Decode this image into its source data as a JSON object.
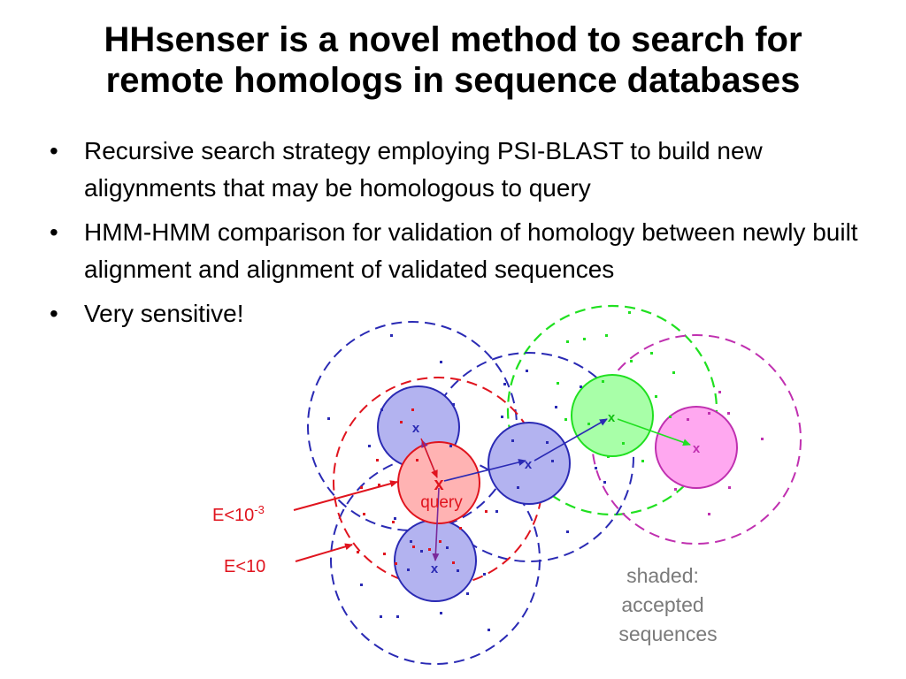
{
  "slide": {
    "title_line1": "HHsenser is a novel method to search for",
    "title_line2": "remote homologs in sequence databases",
    "bullets": [
      {
        "text": "Recursive search strategy employing PSI-BLAST to build new aligynments that may be homologous to query"
      },
      {
        "text": "HMM-HMM comparison for validation of homology between newly built alignment and alignment of validated sequences"
      },
      {
        "text": "Very sensitive!"
      }
    ],
    "bullet_glyph": "•"
  },
  "diagram": {
    "node_marker": "x",
    "query_label": "query",
    "e_label_1_base": "E<10",
    "e_label_1_exp": "-3",
    "e_label_2": "E<10",
    "legend_line1": "shaded:",
    "legend_line2": "accepted",
    "legend_line3": "sequences",
    "colors": {
      "red": "#e0141e",
      "blue": "#2a2ab4",
      "green": "#20e020",
      "magenta": "#c030b0",
      "red_fill": "#ffb3b3",
      "blue_fill": "#b3b3f0",
      "green_fill": "#a8ffa8",
      "magenta_fill": "#ffa8f0",
      "legend_text": "#7a7a7a"
    }
  }
}
